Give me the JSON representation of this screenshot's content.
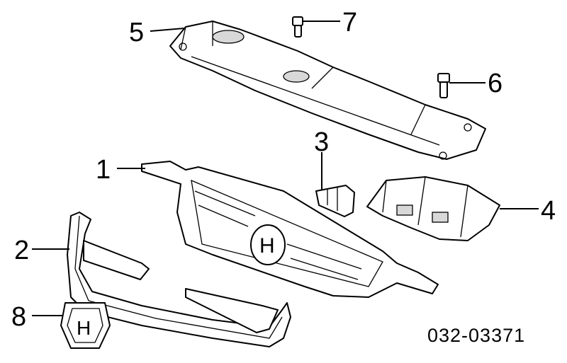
{
  "diagram": {
    "reference_number": "032-03371",
    "callouts": [
      {
        "number": "1",
        "part": "grille"
      },
      {
        "number": "2",
        "part": "grille-molding"
      },
      {
        "number": "3",
        "part": "clip-bracket"
      },
      {
        "number": "4",
        "part": "lower-bracket"
      },
      {
        "number": "5",
        "part": "upper-cover"
      },
      {
        "number": "6",
        "part": "clip"
      },
      {
        "number": "7",
        "part": "clip"
      },
      {
        "number": "8",
        "part": "emblem"
      }
    ]
  }
}
